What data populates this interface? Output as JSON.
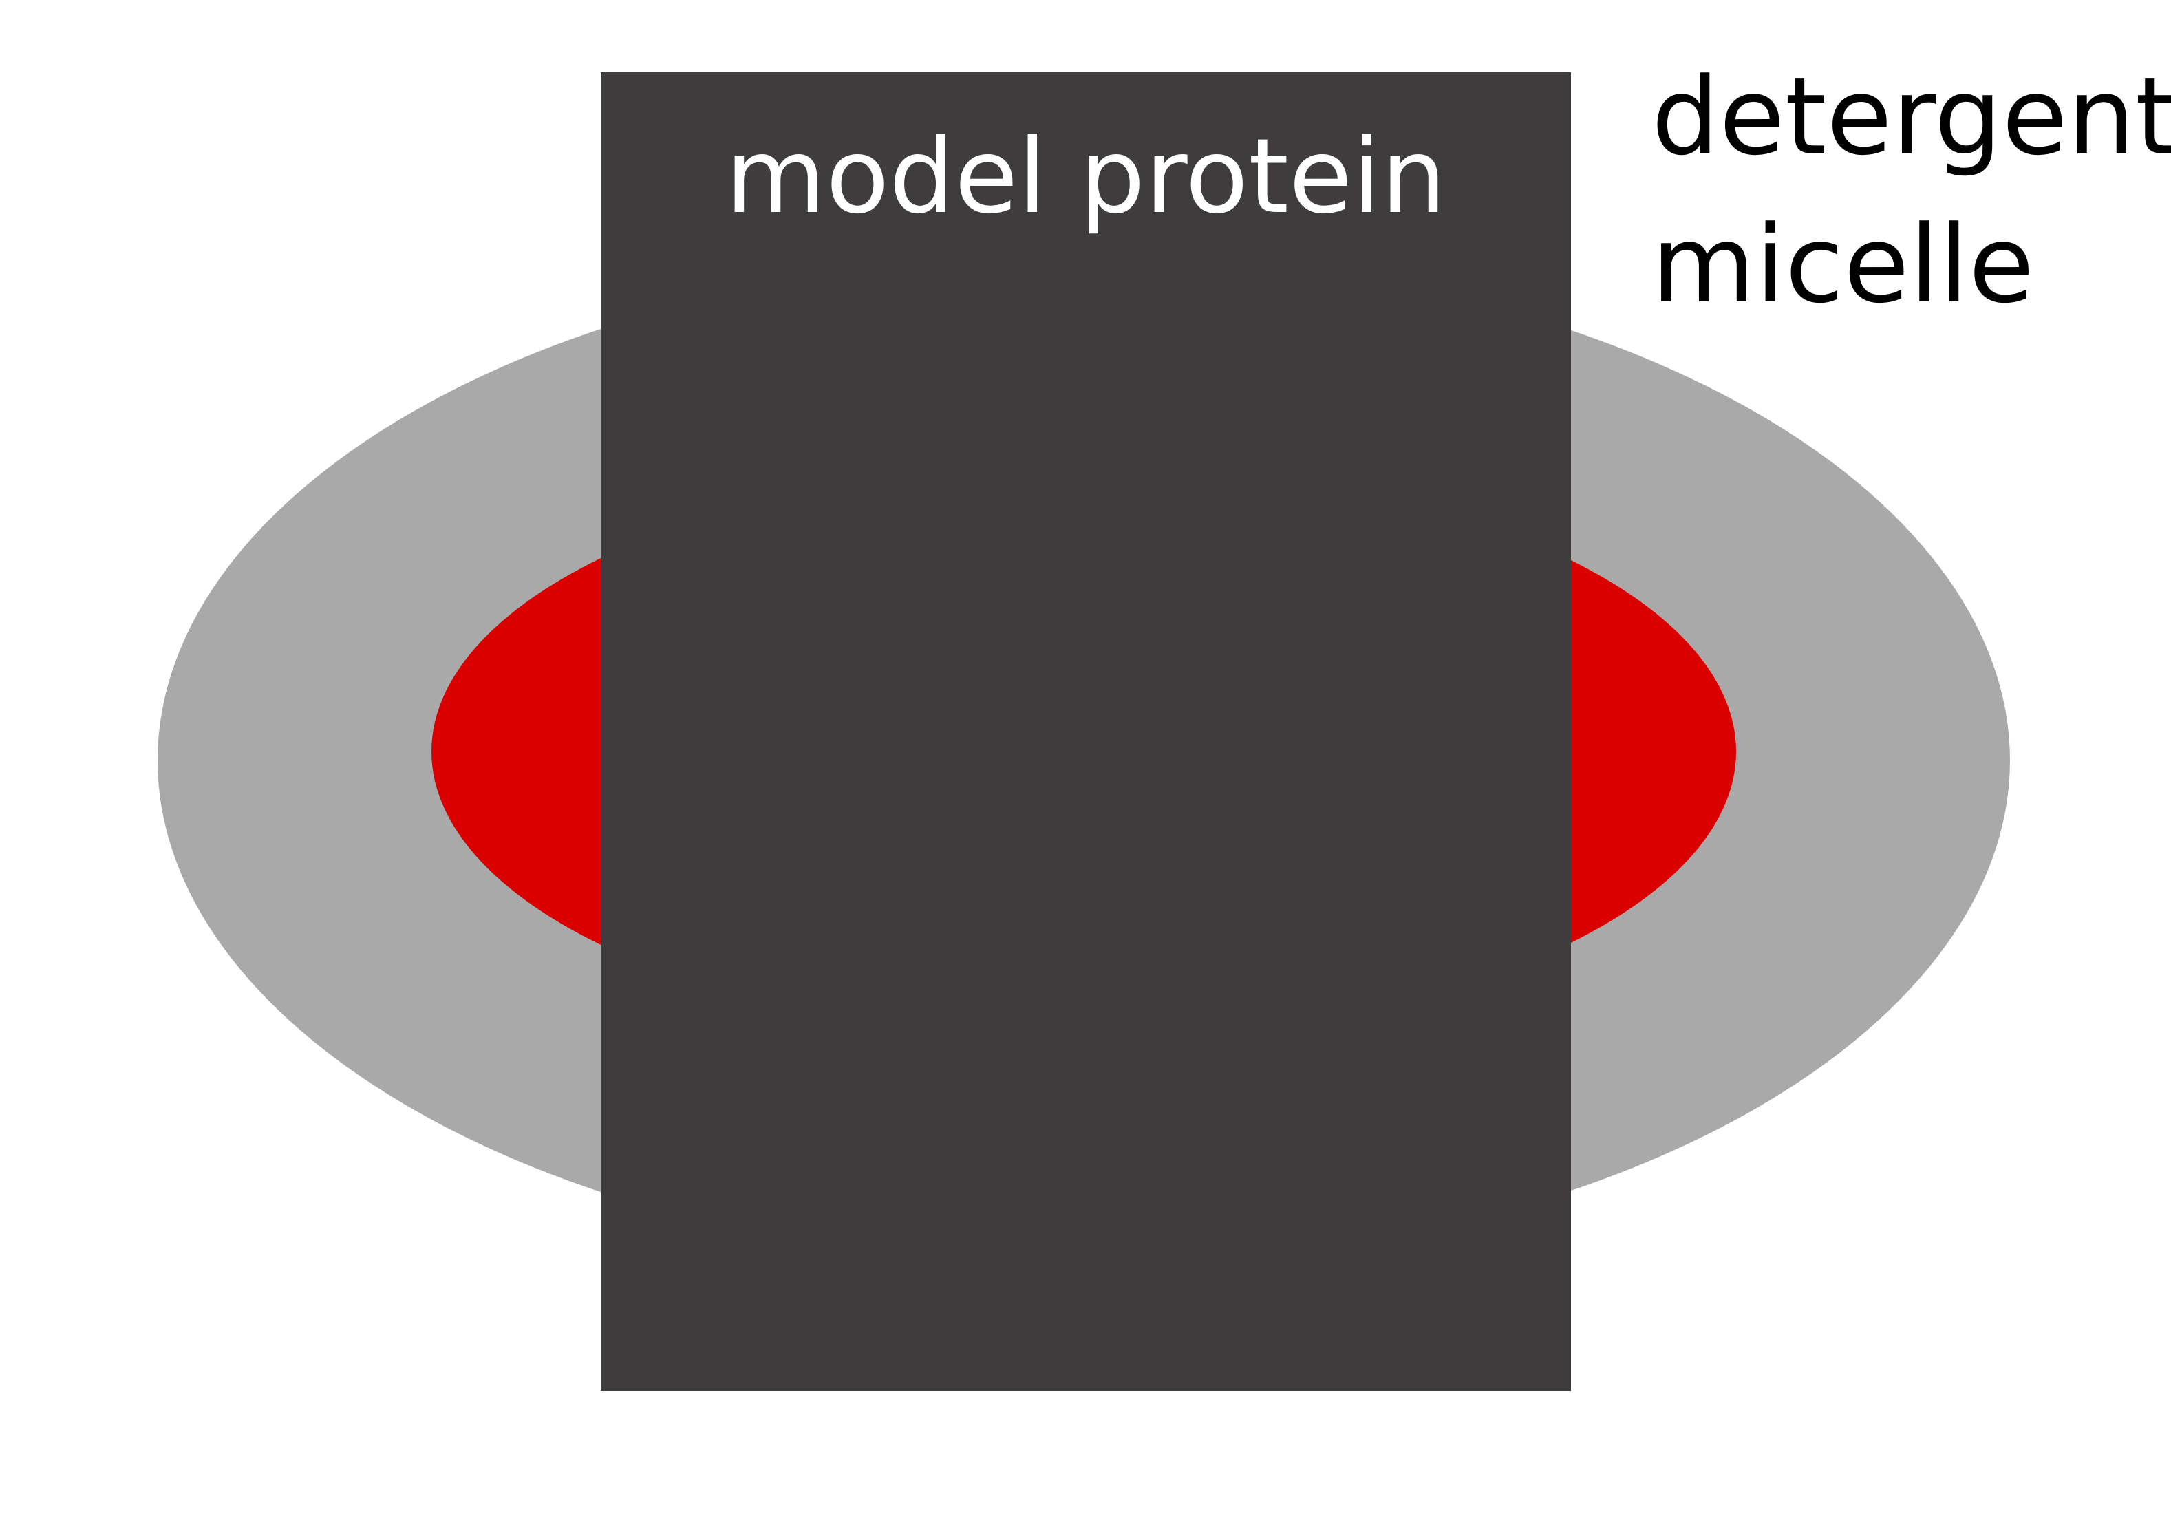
{
  "labels": {
    "protein": "model protein",
    "detergent_line1": "detergent",
    "detergent_line2": "micelle"
  },
  "colors": {
    "background": "#ffffff",
    "micelle_outer": "#aaa9aa",
    "micelle_core": "#db0000",
    "protein": "#3e3c3d",
    "protein_label": "#ffffff",
    "micelle_label": "#000000"
  }
}
